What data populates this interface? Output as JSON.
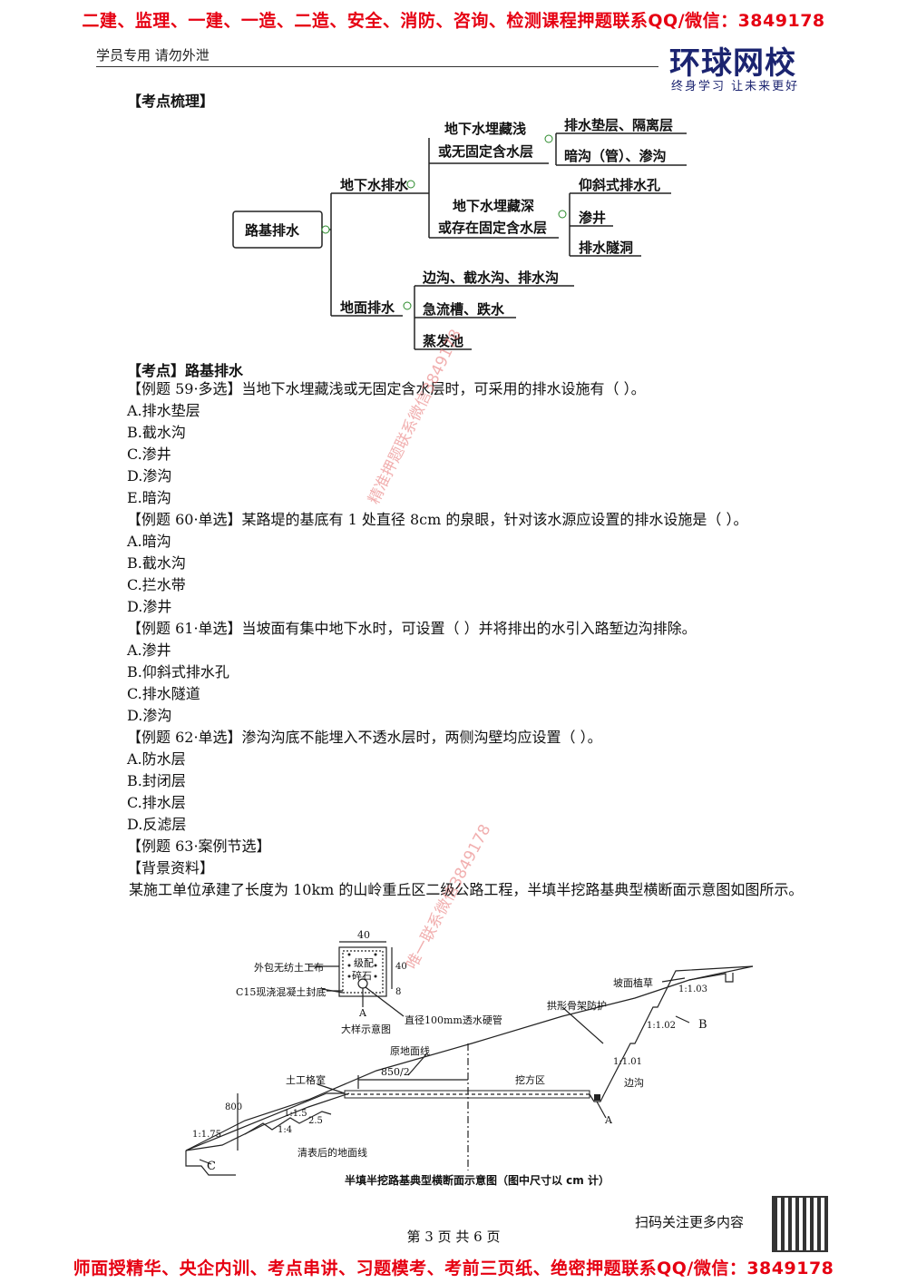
{
  "banner_top": "二建、监理、一建、一造、二造、安全、消防、咨询、检测课程押题联系QQ/微信：3849178",
  "banner_bottom": "师面授精华、央企内训、考点串讲、习题模考、考前三页纸、绝密押题联系QQ/微信：3849178",
  "header": {
    "left_text": "学员专用 请勿外泄",
    "logo": "环球网校",
    "logo_sub": "终身学习  让未来更好"
  },
  "section_title": "【考点梳理】",
  "mindmap": {
    "root": "路基排水",
    "underground": {
      "label": "地下水排水",
      "shallow_l1": "地下水埋藏浅",
      "shallow_l2": "或无固定含水层",
      "shallow_items": [
        "排水垫层、隔离层",
        "暗沟（管）、渗沟"
      ],
      "deep_l1": "地下水埋藏深",
      "deep_l2": "或存在固定含水层",
      "deep_items": [
        "仰斜式排水孔",
        "渗井",
        "排水隧洞"
      ]
    },
    "surface": {
      "label": "地面排水",
      "items": [
        "边沟、截水沟、排水沟",
        "急流槽、跌水",
        "蒸发池"
      ]
    }
  },
  "kaodian_title": "【考点】路基排水",
  "lines": [
    "【例题 59·多选】当地下水埋藏浅或无固定含水层时，可采用的排水设施有（    ）。",
    "A.排水垫层",
    "B.截水沟",
    "C.渗井",
    "D.渗沟",
    "E.暗沟",
    "【例题 60·单选】某路堤的基底有 1 处直径 8cm 的泉眼，针对该水源应设置的排水设施是（    ）。",
    "A.暗沟",
    "B.截水沟",
    "C.拦水带",
    "D.渗井",
    "【例题 61·单选】当坡面有集中地下水时，可设置（    ）并将排出的水引入路堑边沟排除。",
    "A.渗井",
    "B.仰斜式排水孔",
    "C.排水隧道",
    "D.渗沟",
    "【例题 62·单选】渗沟沟底不能埋入不透水层时，两侧沟壁均应设置（    ）。",
    "A.防水层",
    "B.封闭层",
    "C.排水层",
    "D.反滤层",
    "【例题 63·案例节选】",
    "【背景资料】"
  ],
  "paragraph": "某施工单位承建了长度为 10km 的山岭重丘区二级公路工程，半填半挖路基典型横断面示意图如图所示。",
  "figure": {
    "dim_40_top": "40",
    "dim_40_side": "40",
    "dim_8": "8",
    "box_text_1": "级配",
    "box_text_2": "碎石",
    "lbl_geotextile": "外包无纺土工布",
    "lbl_c15": "C15现浇混凝土封底",
    "lbl_A_detail": "A",
    "lbl_detail": "大样示意图",
    "lbl_pipe": "直径100mm透水硬管",
    "lbl_ground": "原地面线",
    "lbl_grid": "土工格室",
    "lbl_850": "850/2",
    "lbl_cut": "挖方区",
    "lbl_grass": "坡面植草",
    "lbl_arch": "拱形骨架防护",
    "lbl_1_103": "1:1.03",
    "lbl_1_102": "1:1.02",
    "lbl_1_101": "1:1.01",
    "lbl_B": "B",
    "lbl_ditch": "边沟",
    "lbl_A": "A",
    "lbl_800": "800",
    "lbl_1_15": "1:1.5",
    "lbl_1_4": "1:4",
    "lbl_25": "2.5",
    "lbl_175": "1:1.75",
    "lbl_cleared": "清表后的地面线",
    "lbl_C": "C",
    "caption": "半填半挖路基典型横断面示意图（图中尺寸以 cm 计）"
  },
  "watermarks": [
    "精准押题联系微信3849178",
    "唯一联系微信3849178"
  ],
  "footer": {
    "page": "第 3 页 共 6 页",
    "scan": "扫码关注更多内容"
  }
}
